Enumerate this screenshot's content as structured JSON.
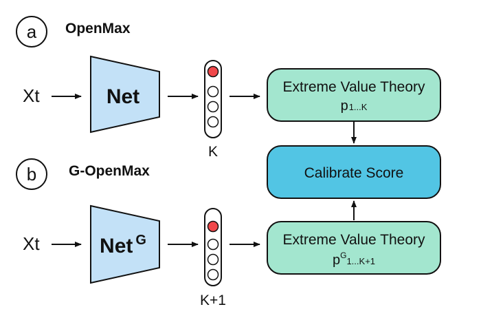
{
  "colors": {
    "net_fill": "#c3e1f7",
    "evt_fill": "#a3e6cf",
    "calibrate_fill": "#52c5e4",
    "neuron_active": "#f0474a",
    "stroke": "#111111"
  },
  "panel_a": {
    "badge": "a",
    "title": "OpenMax",
    "input": "Xt",
    "net": "Net",
    "net_sup": "",
    "vector_label": "K",
    "evt_title": "Extreme Value Theory",
    "evt_p": "p",
    "evt_p_sup": "",
    "evt_p_sub": "1...K"
  },
  "panel_b": {
    "badge": "b",
    "title": "G-OpenMax",
    "input": "Xt",
    "net": "Net",
    "net_sup": "G",
    "vector_label": "K+1",
    "evt_title": "Extreme Value Theory",
    "evt_p": "p",
    "evt_p_sup": "G",
    "evt_p_sub": "1...K+1"
  },
  "calibrate": {
    "label": "Calibrate Score"
  }
}
